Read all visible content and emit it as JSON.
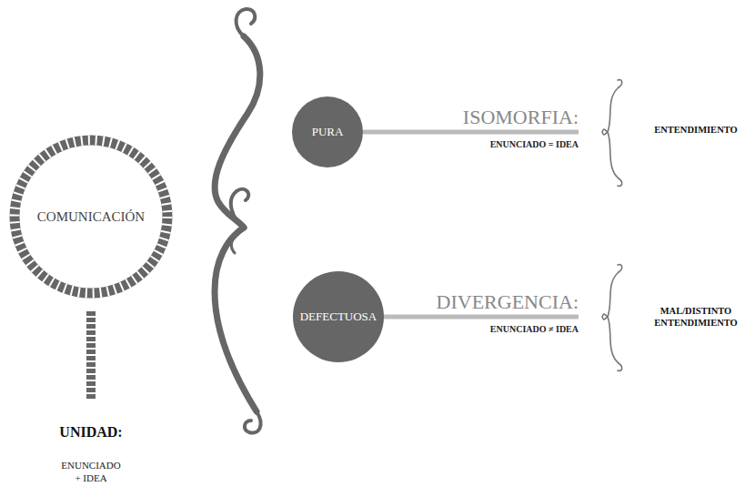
{
  "diagram": {
    "nodes": [
      {
        "text": [
          "COMUNICACIÓN"
        ]
      },
      {
        "text": [
          "PURA"
        ]
      },
      {
        "text": [
          "DEFECTUOSA"
        ]
      }
    ],
    "labels": [
      "UNIDAD:",
      "ENUNCIADO + IDEA",
      "ISOMORFIA:",
      "ENUNCIADO = IDEA",
      "ENTENDIMIENTO",
      "DIVERGENCIA:",
      "ENUNCIADO ≠ IDEA",
      "MAL/DISTINTO ENTENDIMIENTO"
    ]
  }
}
